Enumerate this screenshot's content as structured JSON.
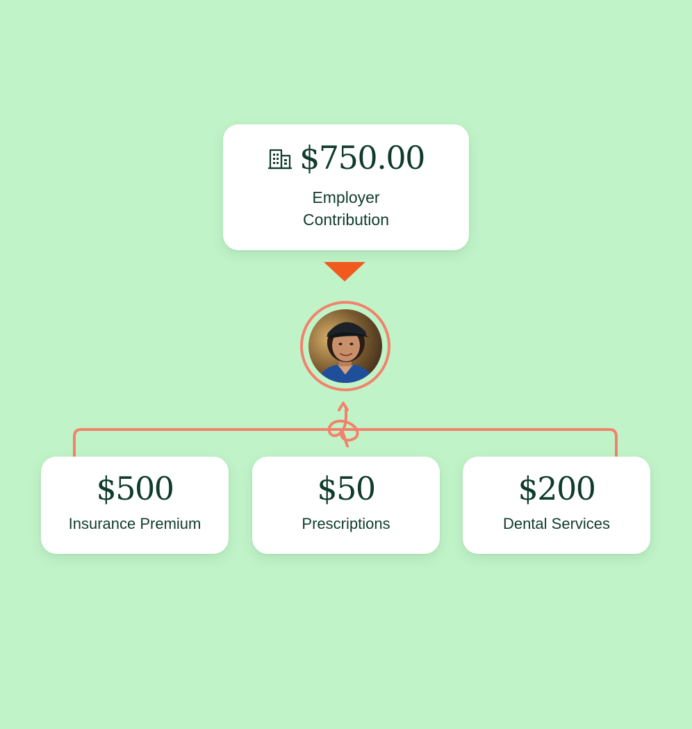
{
  "employer": {
    "amount": "$750.00",
    "label": "Employer Contribution",
    "icon": "building-icon"
  },
  "employee": {
    "avatar": "employee-avatar"
  },
  "expenses": [
    {
      "amount": "$500",
      "label": "Insurance Premium"
    },
    {
      "amount": "$50",
      "label": "Prescriptions"
    },
    {
      "amount": "$200",
      "label": "Dental Services"
    }
  ],
  "colors": {
    "background": "#c1f3c8",
    "text": "#0f3b2c",
    "arrow": "#f05a1f",
    "connector": "#f2826c",
    "card": "#ffffff"
  }
}
